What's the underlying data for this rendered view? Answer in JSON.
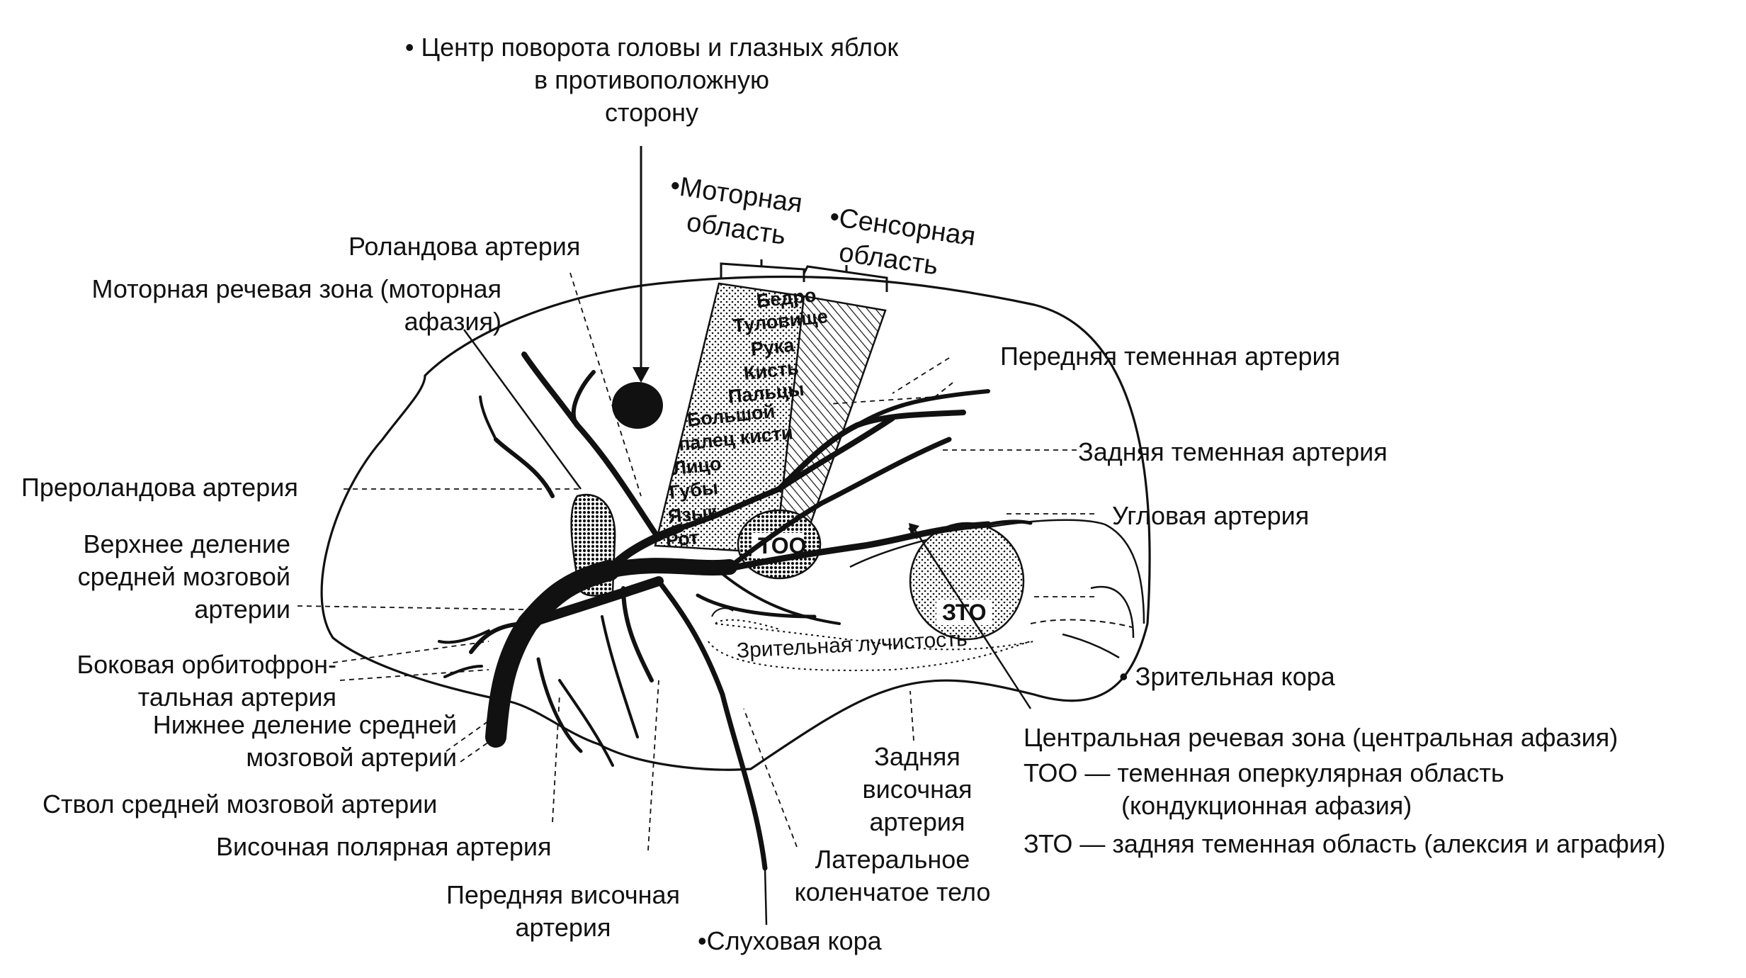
{
  "colors": {
    "ink": "#111111",
    "background": "#ffffff"
  },
  "labels": {
    "head_turn_center": [
      "• Центр поворота головы и глазных яблок",
      "в противоположную",
      "сторону"
    ],
    "motor_area": [
      "•Моторная",
      "область"
    ],
    "sensory_area": [
      "•Сенсорная",
      "область"
    ],
    "rolandic_artery": "Роландова артерия",
    "motor_speech_zone": [
      "Моторная речевая зона (моторная",
      "афазия)"
    ],
    "anterior_parietal_artery": "Передняя теменная артерия",
    "posterior_parietal_artery": "Задняя теменная артерия",
    "prerolandic_artery": "Прероландова артерия",
    "angular_artery": "Угловая артерия",
    "superior_division": [
      "Верхнее деление",
      "средней мозговой",
      "артерии"
    ],
    "lateral_orbitofrontal": [
      "Боковая орбитофрон-",
      "тальная артерия"
    ],
    "visual_cortex": "• Зрительная кора",
    "inferior_division": [
      "Нижнее деление средней",
      "мозговой артерии"
    ],
    "central_speech_zone": "Центральная речевая зона (центральная афазия)",
    "too_legend": [
      "ТОО — теменная оперкулярная область",
      "(кондукционная афазия)"
    ],
    "zto_legend": "ЗТО — задняя теменная область (алексия и аграфия)",
    "mca_trunk": "Ствол средней мозговой артерии",
    "posterior_temporal": [
      "Задняя",
      "височная",
      "артерия"
    ],
    "temporal_polar": "Височная полярная артерия",
    "lateral_geniculate": [
      "Латеральное",
      "коленчатое тело"
    ],
    "anterior_temporal": [
      "Передняя височная",
      "артерия"
    ],
    "auditory_cortex": "•Слуховая кора",
    "optic_radiation": "Зрительная лучистость",
    "too_zone": "ТОО",
    "zto_zone": "ЗТО"
  },
  "homunculus": [
    "Бедро",
    "Туловище",
    "Рука",
    "Кисть",
    "Пальцы",
    "Большой",
    "палец кисти",
    "Лицо",
    "Губы",
    "Язык",
    "Рот"
  ]
}
